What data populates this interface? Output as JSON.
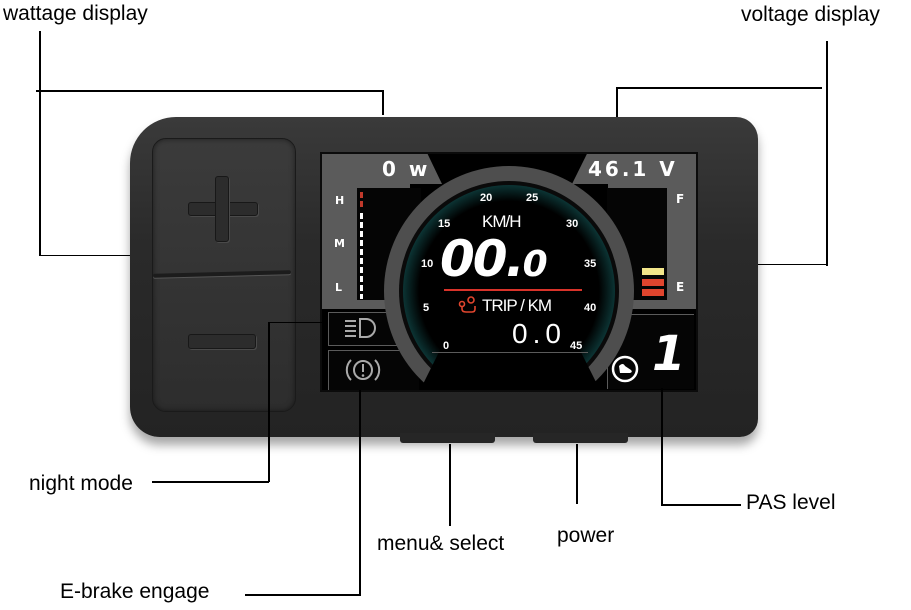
{
  "callouts": {
    "wattage": "wattage display",
    "voltage": "voltage display",
    "night_mode": "night mode",
    "ebrake": "E-brake engage",
    "menu_select": "menu& select",
    "power": "power",
    "pas_level": "PAS level"
  },
  "device": {
    "buttons": {
      "plus": "+",
      "minus": "−"
    }
  },
  "screen": {
    "wattage": "0 w",
    "voltage": "46.1 V",
    "power_scale": [
      "H",
      "M",
      "L"
    ],
    "battery_scale": {
      "full": "F",
      "empty": "E"
    },
    "speed_unit": "KM/H",
    "speed": "00.",
    "speed_decimal": "0",
    "trip_label": "TRIP / KM",
    "trip_value": "0.0",
    "pas_level": "1",
    "speed_ticks": [
      "0",
      "5",
      "10",
      "15",
      "20",
      "25",
      "30",
      "35",
      "40",
      "45"
    ],
    "icons": {
      "headlight": "headlight-icon",
      "brake": "brake-warning-icon",
      "trip": "route-icon",
      "pas": "pas-boot-icon"
    },
    "colors": {
      "arc": "#2ec4c0",
      "red_line": "#d8332a",
      "battery_yellow": "#f2e68a",
      "battery_red": "#e0452e",
      "panel_grey": "#5b5b5b"
    }
  }
}
